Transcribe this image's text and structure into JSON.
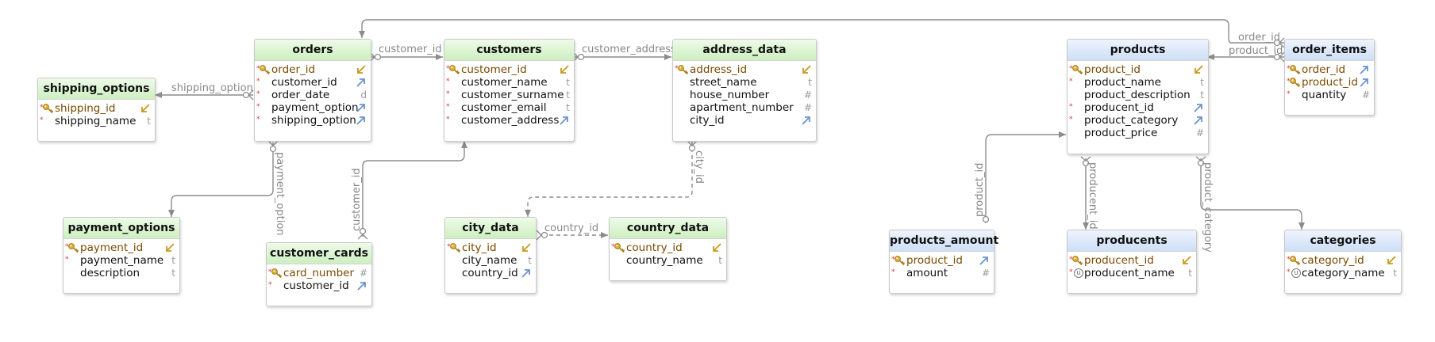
{
  "entities": {
    "orders": {
      "title": "orders",
      "fields": [
        {
          "name": "order_id",
          "kind": "pk"
        },
        {
          "name": "customer_id",
          "kind": "fk"
        },
        {
          "name": "order_date",
          "kind": "d"
        },
        {
          "name": "payment_option",
          "kind": "fk"
        },
        {
          "name": "shipping_option",
          "kind": "fk"
        }
      ]
    },
    "customers": {
      "title": "customers",
      "fields": [
        {
          "name": "customer_id",
          "kind": "pk"
        },
        {
          "name": "customer_name",
          "kind": "t"
        },
        {
          "name": "customer_surname",
          "kind": "t"
        },
        {
          "name": "customer_email",
          "kind": "t"
        },
        {
          "name": "customer_address",
          "kind": "fk"
        }
      ]
    },
    "address_data": {
      "title": "address_data",
      "fields": [
        {
          "name": "address_id",
          "kind": "pk"
        },
        {
          "name": "street_name",
          "kind": "t"
        },
        {
          "name": "house_number",
          "kind": "#"
        },
        {
          "name": "apartment_number",
          "kind": "#"
        },
        {
          "name": "city_id",
          "kind": "fk"
        }
      ]
    },
    "shipping_options": {
      "title": "shipping_options",
      "fields": [
        {
          "name": "shipping_id",
          "kind": "pk"
        },
        {
          "name": "shipping_name",
          "kind": "t"
        }
      ]
    },
    "payment_options": {
      "title": "payment_options",
      "fields": [
        {
          "name": "payment_id",
          "kind": "pk"
        },
        {
          "name": "payment_name",
          "kind": "t"
        },
        {
          "name": "description",
          "kind": "t"
        }
      ]
    },
    "customer_cards": {
      "title": "customer_cards",
      "fields": [
        {
          "name": "card_number",
          "kind": "pk#"
        },
        {
          "name": "customer_id",
          "kind": "fk"
        }
      ]
    },
    "city_data": {
      "title": "city_data",
      "fields": [
        {
          "name": "city_id",
          "kind": "pk"
        },
        {
          "name": "city_name",
          "kind": "t"
        },
        {
          "name": "country_id",
          "kind": "fk"
        }
      ]
    },
    "country_data": {
      "title": "country_data",
      "fields": [
        {
          "name": "country_id",
          "kind": "pk"
        },
        {
          "name": "country_name",
          "kind": "t"
        }
      ]
    },
    "products": {
      "title": "products",
      "fields": [
        {
          "name": "product_id",
          "kind": "pk"
        },
        {
          "name": "product_name",
          "kind": "t"
        },
        {
          "name": "product_description",
          "kind": "t"
        },
        {
          "name": "producent_id",
          "kind": "fk"
        },
        {
          "name": "product_category",
          "kind": "fk"
        },
        {
          "name": "product_price",
          "kind": "#"
        }
      ]
    },
    "order_items": {
      "title": "order_items",
      "fields": [
        {
          "name": "order_id",
          "kind": "pkfk"
        },
        {
          "name": "product_id",
          "kind": "pkfk"
        },
        {
          "name": "quantity",
          "kind": "#"
        }
      ]
    },
    "products_amount": {
      "title": "products_amount",
      "fields": [
        {
          "name": "product_id",
          "kind": "pkfk"
        },
        {
          "name": "amount",
          "kind": "#"
        }
      ]
    },
    "producents": {
      "title": "producents",
      "fields": [
        {
          "name": "producent_id",
          "kind": "pk"
        },
        {
          "name": "producent_name",
          "kind": "uqt"
        }
      ]
    },
    "categories": {
      "title": "categories",
      "fields": [
        {
          "name": "category_id",
          "kind": "pk"
        },
        {
          "name": "category_name",
          "kind": "uqt"
        }
      ]
    }
  },
  "relations": {
    "customer_id": "customer_id",
    "customer_address": "customer_address",
    "shipping_option": "shipping_option",
    "payment_option": "payment_option",
    "customer_id_cards": "customer_id",
    "city_id": "city_id",
    "country_id": "country_id",
    "order_id": "order_id",
    "product_id_items": "product_id",
    "product_id_amount": "product_id",
    "producent_id": "producent_id",
    "product_category": "product_category"
  },
  "colors": {
    "green_header": "#cdefc0",
    "blue_header": "#cddff6",
    "link": "#8c8c8c",
    "key": "#d4a017",
    "fk_arrow": "#6b93cc"
  }
}
